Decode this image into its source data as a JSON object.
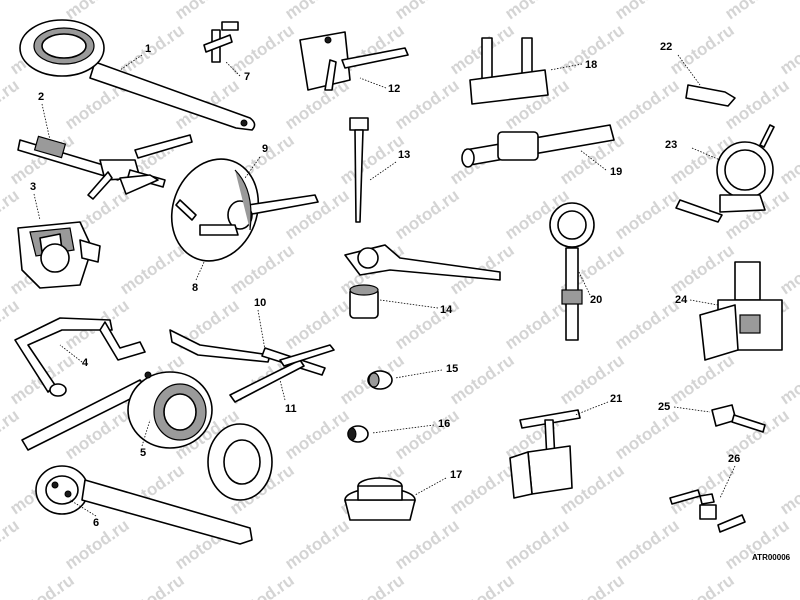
{
  "watermark_text": "motod.ru",
  "figure_code": "ATR00006",
  "callouts": [
    {
      "id": "1",
      "label": "1"
    },
    {
      "id": "2",
      "label": "2"
    },
    {
      "id": "3",
      "label": "3"
    },
    {
      "id": "4",
      "label": "4"
    },
    {
      "id": "5",
      "label": "5"
    },
    {
      "id": "6",
      "label": "6"
    },
    {
      "id": "7",
      "label": "7"
    },
    {
      "id": "8",
      "label": "8"
    },
    {
      "id": "9",
      "label": "9"
    },
    {
      "id": "10",
      "label": "10"
    },
    {
      "id": "11",
      "label": "11"
    },
    {
      "id": "12",
      "label": "12"
    },
    {
      "id": "13",
      "label": "13"
    },
    {
      "id": "14",
      "label": "14"
    },
    {
      "id": "15",
      "label": "15"
    },
    {
      "id": "16",
      "label": "16"
    },
    {
      "id": "17",
      "label": "17"
    },
    {
      "id": "18",
      "label": "18"
    },
    {
      "id": "19",
      "label": "19"
    },
    {
      "id": "20",
      "label": "20"
    },
    {
      "id": "21",
      "label": "21"
    },
    {
      "id": "22",
      "label": "22"
    },
    {
      "id": "23",
      "label": "23"
    },
    {
      "id": "24",
      "label": "24"
    },
    {
      "id": "25",
      "label": "25"
    },
    {
      "id": "26",
      "label": "26"
    }
  ]
}
